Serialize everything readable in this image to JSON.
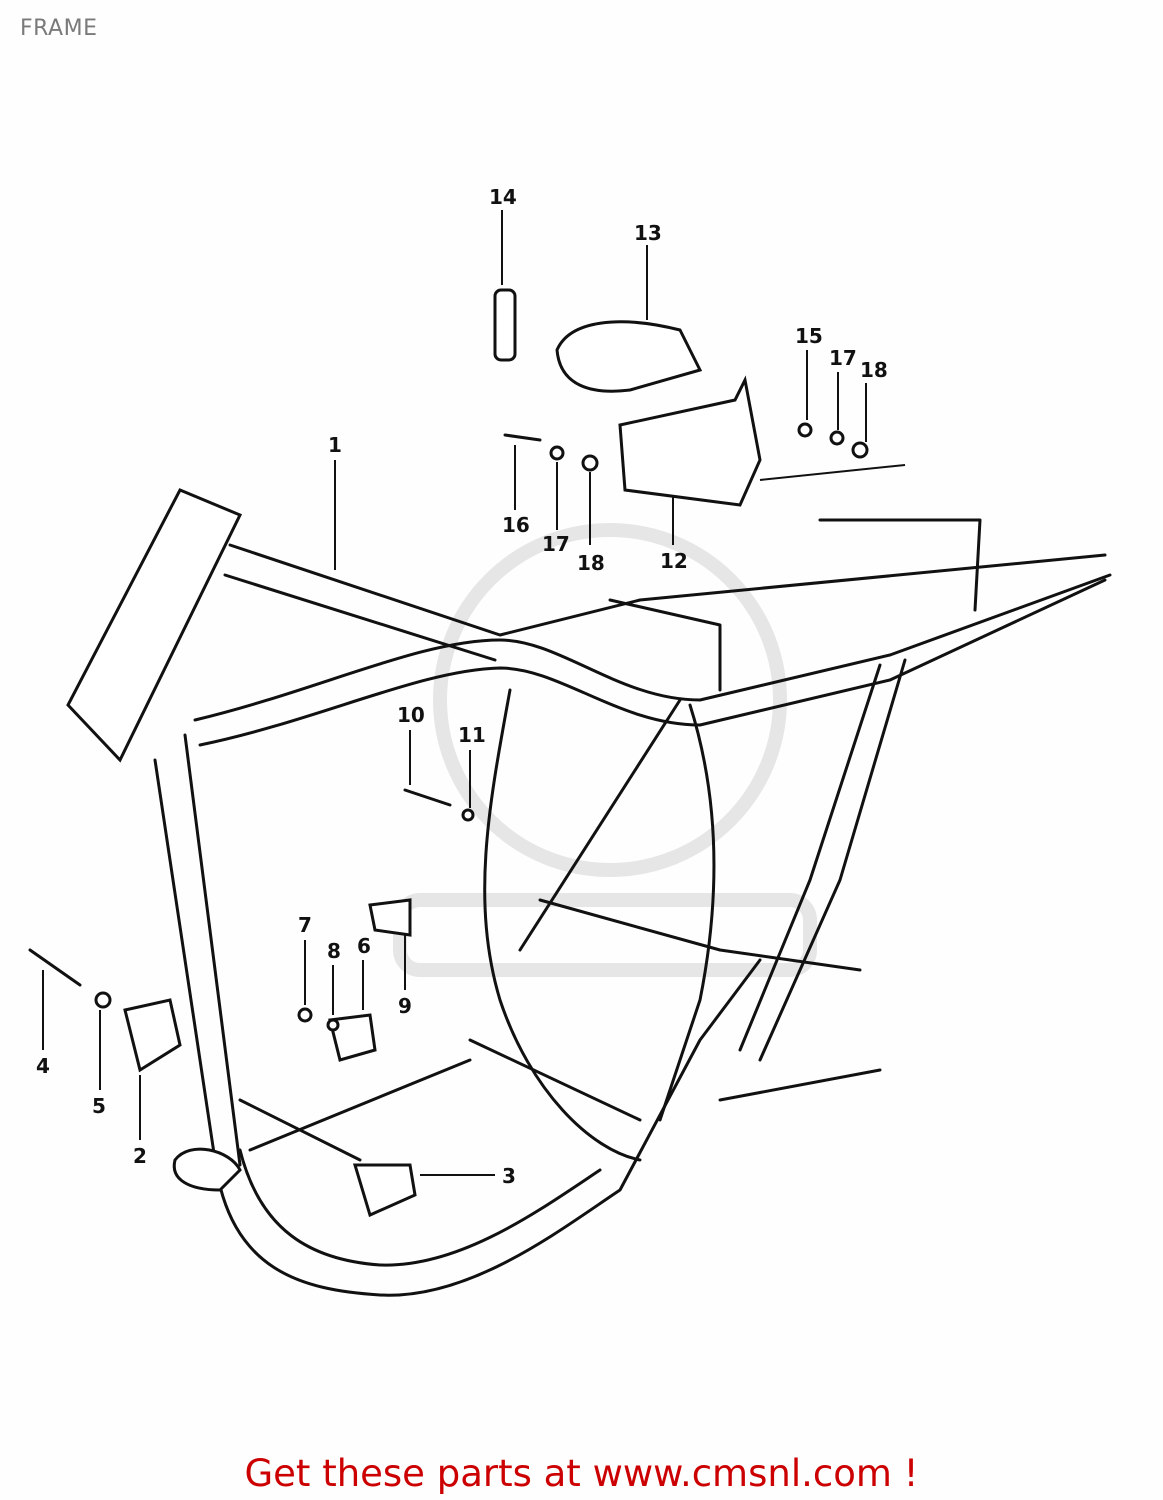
{
  "header": {
    "title": "FRAME"
  },
  "diagram": {
    "callouts": [
      "1",
      "2",
      "3",
      "4",
      "5",
      "6",
      "7",
      "8",
      "9",
      "10",
      "11",
      "12",
      "13",
      "14",
      "15",
      "16",
      "17",
      "18"
    ]
  },
  "footer": {
    "link_text": "Get these parts at www.cmsnl.com !",
    "color": "#cc0000"
  }
}
